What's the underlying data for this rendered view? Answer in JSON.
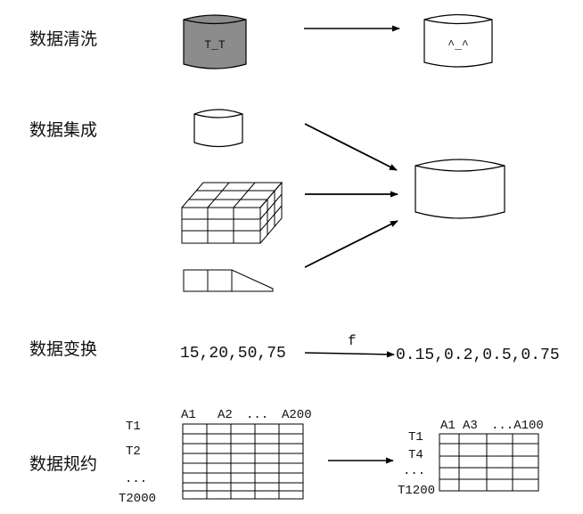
{
  "labels": {
    "cleaning": "数据清洗",
    "integration": "数据集成",
    "transformation": "数据变换",
    "reduction": "数据规约"
  },
  "cleaning": {
    "dirty_face": "T_T",
    "clean_face": "^_^"
  },
  "transformation": {
    "input": "15,20,50,75",
    "function": "f",
    "output": "0.15,0.2,0.5,0.75"
  },
  "reduction": {
    "left_columns": [
      "A1",
      "A2",
      "...",
      "A200"
    ],
    "left_rows": [
      "T1",
      "T2",
      "...",
      "T2000"
    ],
    "right_columns": [
      "A1",
      "A3",
      "...A100"
    ],
    "right_rows": [
      "T1",
      "T4",
      "...",
      "T1200"
    ]
  },
  "colors": {
    "dirty_fill": "#8c8c8c",
    "stroke": "#000000"
  }
}
